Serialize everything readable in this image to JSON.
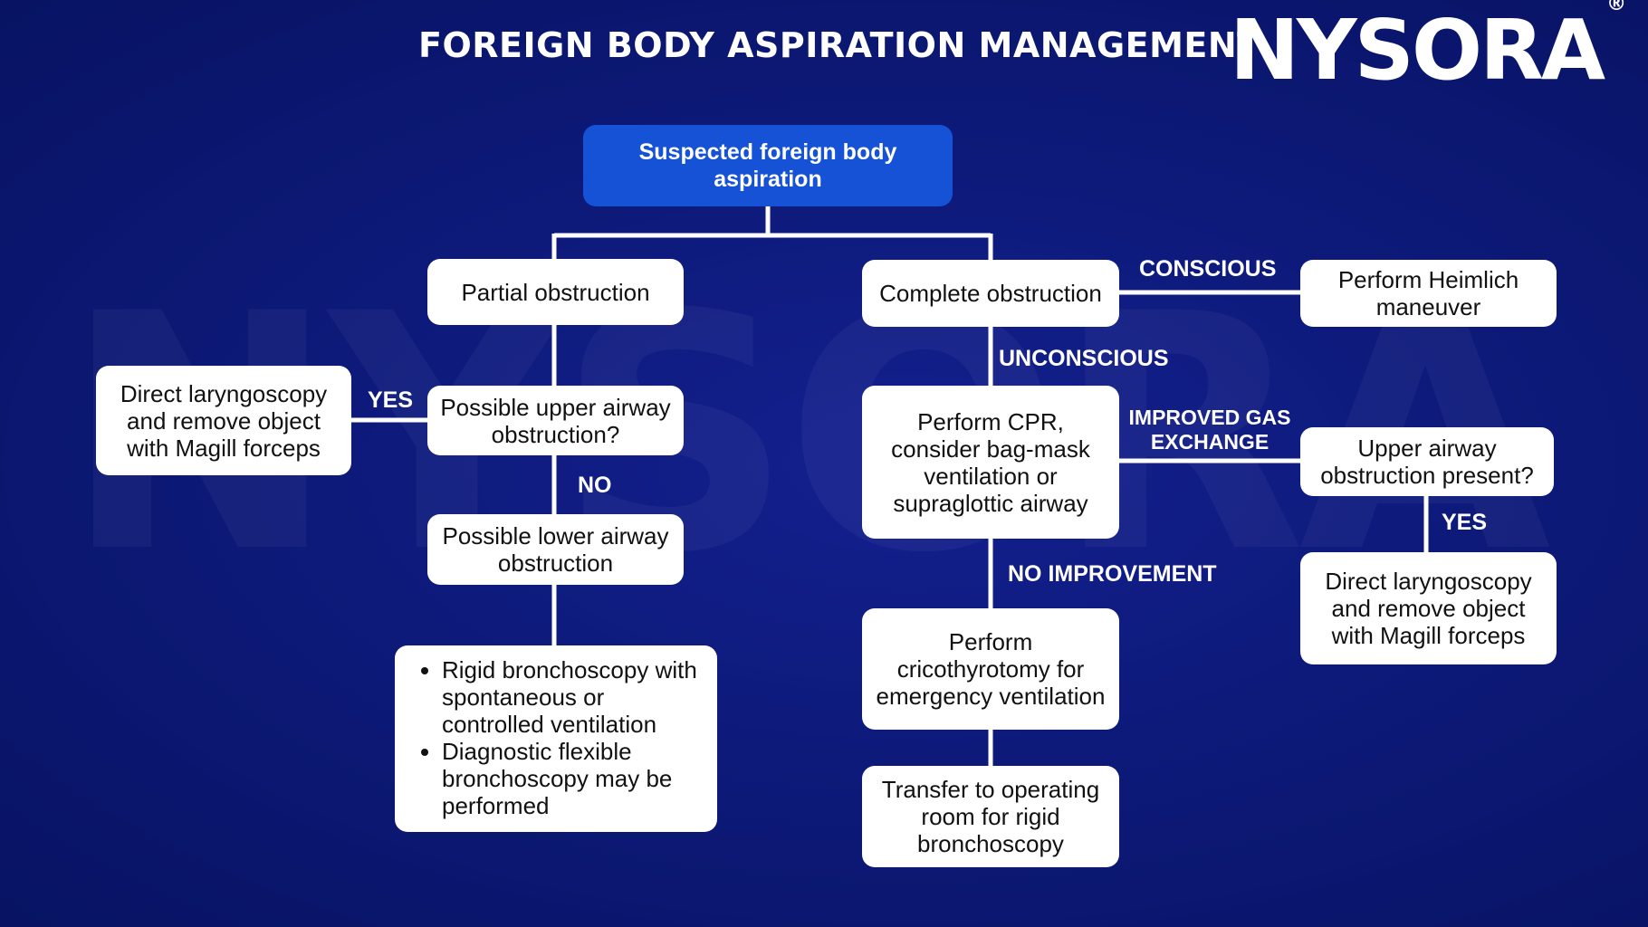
{
  "header": {
    "title": "FOREIGN BODY ASPIRATION MANAGEMENT",
    "logo": "NYSORA",
    "logo_mark": "®"
  },
  "nodes": {
    "start": "Suspected foreign body aspiration",
    "partial": "Partial obstruction",
    "complete": "Complete obstruction",
    "heimlich": "Perform Heimlich maneuver",
    "direct_left": "Direct laryngoscopy and remove object with Magill forceps",
    "upper_q": "Possible upper airway obstruction?",
    "lower": "Possible lower airway obstruction",
    "bronch_items": [
      "Rigid bronchoscopy with spontaneous or controlled ventilation",
      "Diagnostic flexible bronchoscopy may be performed"
    ],
    "cpr": "Perform CPR, consider bag-mask ventilation or supraglottic airway",
    "upper_present": "Upper airway obstruction present?",
    "direct_right": "Direct laryngoscopy and remove object with Magill forceps",
    "crico": "Perform cricothyrotomy for emergency ventilation",
    "transfer": "Transfer to operating room for rigid bronchoscopy"
  },
  "labels": {
    "conscious": "CONSCIOUS",
    "unconscious": "UNCONSCIOUS",
    "yes_left": "YES",
    "no": "NO",
    "improved": "IMPROVED GAS EXCHANGE",
    "yes_right": "YES",
    "no_improvement": "NO IMPROVEMENT"
  },
  "colors": {
    "background": "#0d1a7a",
    "start_box": "#1552d6",
    "box": "#ffffff",
    "lines": "#ffffff"
  }
}
